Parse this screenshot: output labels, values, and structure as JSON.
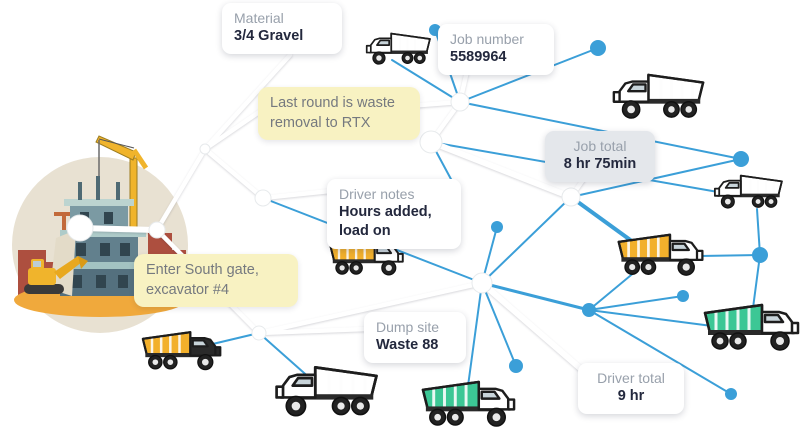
{
  "palette": {
    "accent_blue": "#3b9fd8",
    "note_yellow": "#f8f2c2",
    "card_gray": "#e4e7eb",
    "label_gray": "#98a0ab",
    "value_dark": "#23283d",
    "truck_yellow": "#f2b02c",
    "truck_green": "#3cc795",
    "crane_yellow": "#f0b42c"
  },
  "cards": {
    "material": {
      "label": "Material",
      "value": "3/4 Gravel"
    },
    "job_number": {
      "label": "Job number",
      "value": "5589964"
    },
    "job_total": {
      "label": "Job total",
      "value": "8 hr 75min"
    },
    "driver_notes": {
      "label": "Driver notes",
      "value": "Hours added, load on"
    },
    "dump_site": {
      "label": "Dump site",
      "value": "Waste 88"
    },
    "driver_total": {
      "label": "Driver total",
      "value": "9 hr"
    }
  },
  "notes": {
    "last_round": {
      "text": "Last round is waste removal to RTX"
    },
    "enter_gate": {
      "text": "Enter South gate, excavator #4"
    }
  },
  "icons": {
    "construction-site-illustration": "building with crane and excavator in beige circle",
    "dump-truck-outline-icon": "black line-art dump truck",
    "dump-truck-yellow-icon": "yellow dump truck",
    "dump-truck-green-icon": "green dump truck",
    "graph-node": "white circle junction",
    "graph-dot": "blue terminal dot"
  }
}
